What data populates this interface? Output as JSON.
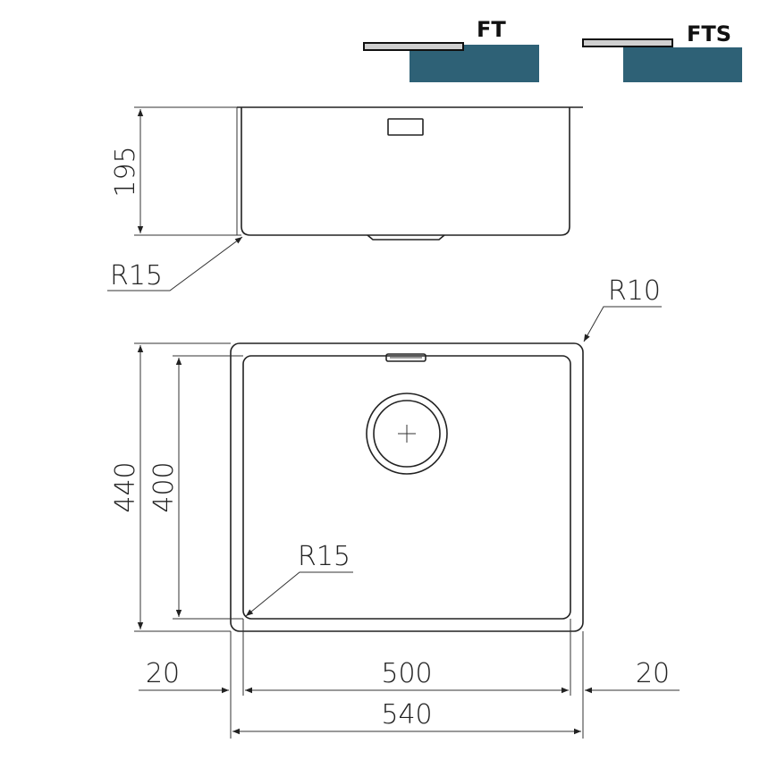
{
  "mount_types": [
    {
      "label": "FT",
      "counter_color": "#2e6176",
      "plate_color": "#d0d0d0"
    },
    {
      "label": "FTS",
      "counter_color": "#2e6176",
      "plate_color": "#d0d0d0"
    }
  ],
  "side_view": {
    "depth": "195",
    "corner_radius": "R15"
  },
  "plan_view": {
    "outer_depth": "440",
    "inner_depth": "400",
    "outer_corner_radius": "R10",
    "inner_corner_radius": "R15",
    "rim_left": "20",
    "bowl_width": "500",
    "rim_right": "20",
    "outer_width": "540"
  }
}
